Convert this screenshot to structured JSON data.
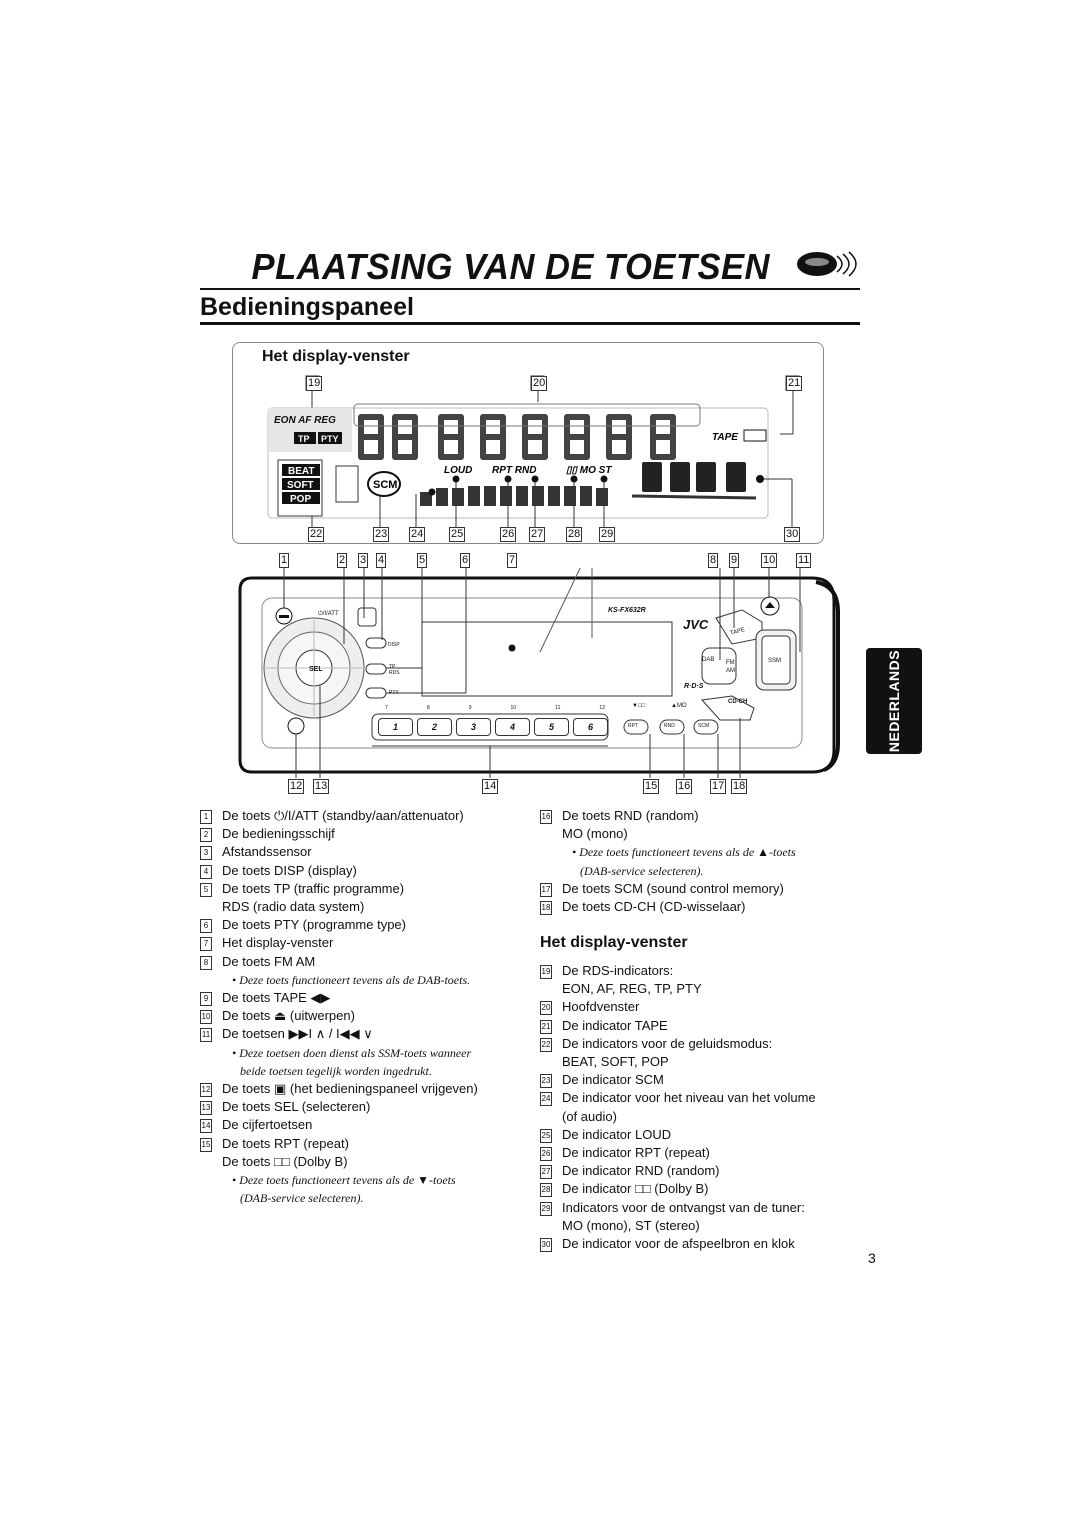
{
  "page": {
    "title": "PLAATSING VAN DE TOETSEN",
    "section": "Bedieningspaneel",
    "page_number": "3",
    "side_tab": "NEDERLANDS"
  },
  "display": {
    "heading": "Het display-venster",
    "labels": {
      "eon": "EON AF REG",
      "tp_pty": "TP PTY",
      "tape": "TAPE",
      "beat": "BEAT",
      "soft": "SOFT",
      "pop": "POP",
      "scm": "SCM",
      "loud": "LOUD",
      "rpt_rnd": "RPT RND",
      "mo_st": "MO ST"
    }
  },
  "panel": {
    "model": "KS-FX632R",
    "brand": "JVC",
    "att_label": "⏻/I/ATT",
    "disp": "DISP",
    "tp": "TP",
    "rds": "RDS",
    "pty": "PTY",
    "sel": "SEL",
    "fm": "FM",
    "am": "AM",
    "dab": "DAB",
    "tape": "TAPE",
    "ssm": "SSM",
    "cdch": "CD-CH",
    "rds_logo": "R·D·S",
    "rpt": "RPT",
    "rnd": "RND",
    "scm": "SCM",
    "mo": "▲MO",
    "dolby": "▼□□",
    "presets": [
      "1",
      "2",
      "3",
      "4",
      "5",
      "6"
    ],
    "preset_nums": [
      "7",
      "8",
      "9",
      "10",
      "11",
      "12"
    ]
  },
  "callouts": {
    "top": [
      "1",
      "2",
      "3",
      "4",
      "5",
      "6",
      "7",
      "8",
      "9",
      "10",
      "11"
    ],
    "bottom": [
      "12",
      "13",
      "14",
      "15",
      "16",
      "17",
      "18"
    ],
    "display_top": [
      "19",
      "20",
      "21"
    ],
    "display_bottom": [
      "22",
      "23",
      "24",
      "25",
      "26",
      "27",
      "28",
      "29",
      "30"
    ]
  },
  "left_list": [
    {
      "n": "1",
      "text": "De toets ⏻/I/ATT  (standby/aan/attenuator)"
    },
    {
      "n": "2",
      "text": "De bedieningsschijf"
    },
    {
      "n": "3",
      "text": "Afstandssensor"
    },
    {
      "n": "4",
      "text": "De toets DISP (display)"
    },
    {
      "n": "5",
      "text": "De toets TP (traffic programme)"
    },
    {
      "n": "",
      "text": "RDS (radio data system)"
    },
    {
      "n": "6",
      "text": "De toets PTY (programme type)"
    },
    {
      "n": "7",
      "text": "Het display-venster"
    },
    {
      "n": "8",
      "text": "De toets FM AM"
    }
  ],
  "left_note1": "•  Deze toets functioneert tevens als de DAB-toets.",
  "left_list2": [
    {
      "n": "9",
      "text": "De toets TAPE ◀▶"
    },
    {
      "n": "10",
      "text": "De toets ⏏ (uitwerpen)"
    },
    {
      "n": "11",
      "text": "De toetsen ▶▶I ∧ / I◀◀ ∨"
    }
  ],
  "left_note2a": "•  Deze toetsen doen dienst als SSM-toets wanneer",
  "left_note2b": "beide toetsen tegelijk worden ingedrukt.",
  "left_list3": [
    {
      "n": "12",
      "text": "De toets ▣ (het bedieningspaneel vrijgeven)"
    },
    {
      "n": "13",
      "text": "De toets SEL (selecteren)"
    },
    {
      "n": "14",
      "text": "De cijfertoetsen"
    },
    {
      "n": "15",
      "text": "De toets RPT (repeat)"
    },
    {
      "n": "",
      "text": "De toets □□ (Dolby B)"
    }
  ],
  "left_note3a": "•  Deze toets functioneert tevens als de ▼-toets",
  "left_note3b": "(DAB-service selecteren).",
  "right_list": [
    {
      "n": "16",
      "text": "De toets RND (random)"
    },
    {
      "n": "",
      "text": "MO (mono)"
    }
  ],
  "right_note1a": "•  Deze toets functioneert tevens als de ▲-toets",
  "right_note1b": "(DAB-service selecteren).",
  "right_list2": [
    {
      "n": "17",
      "text": "De toets SCM (sound control memory)"
    },
    {
      "n": "18",
      "text": "De toets CD-CH (CD-wisselaar)"
    }
  ],
  "right_heading": "Het display-venster",
  "right_list3": [
    {
      "n": "19",
      "text": "De RDS-indicators:"
    },
    {
      "n": "",
      "text": "EON, AF, REG, TP, PTY"
    },
    {
      "n": "20",
      "text": "Hoofdvenster"
    },
    {
      "n": "21",
      "text": "De indicator TAPE"
    },
    {
      "n": "22",
      "text": "De indicators voor de geluidsmodus:"
    },
    {
      "n": "",
      "text": "BEAT, SOFT, POP"
    },
    {
      "n": "23",
      "text": "De indicator SCM"
    },
    {
      "n": "24",
      "text": "De indicator voor het niveau van het volume"
    },
    {
      "n": "",
      "text": "(of audio)"
    },
    {
      "n": "25",
      "text": "De indicator LOUD"
    },
    {
      "n": "26",
      "text": "De indicator RPT (repeat)"
    },
    {
      "n": "27",
      "text": "De indicator RND (random)"
    },
    {
      "n": "28",
      "text": "De indicator □□ (Dolby B)"
    },
    {
      "n": "29",
      "text": "Indicators voor de ontvangst van de tuner:"
    },
    {
      "n": "",
      "text": "MO (mono), ST (stereo)"
    },
    {
      "n": "30",
      "text": "De indicator voor de afspeelbron en klok"
    }
  ]
}
